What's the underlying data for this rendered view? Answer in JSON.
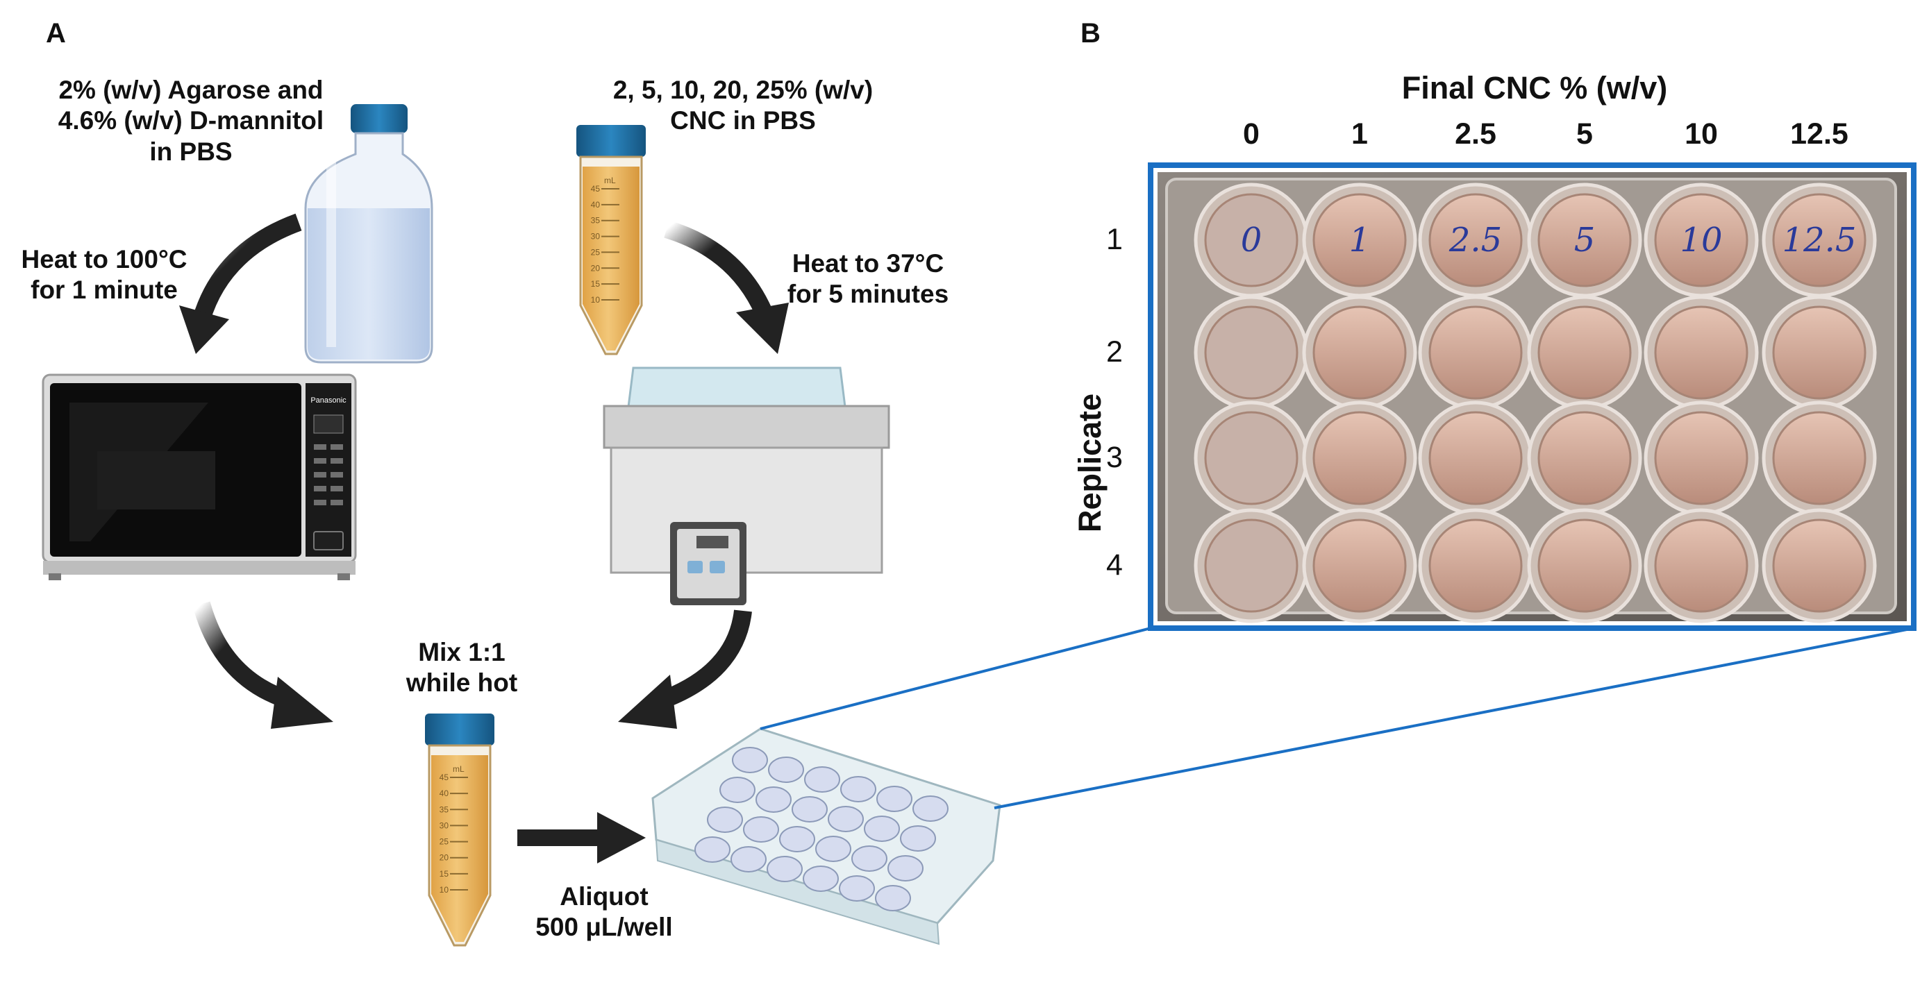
{
  "panel_a": {
    "letter": "A",
    "agarose_line1": "2% (w/v) Agarose and",
    "agarose_line2": "4.6% (w/v) D-mannitol",
    "agarose_line3": "in PBS",
    "cnc_line1": "2, 5, 10, 20, 25% (w/v)",
    "cnc_line2": "CNC in PBS",
    "heat100_line1": "Heat to 100°C",
    "heat100_line2": "for 1 minute",
    "heat37_line1": "Heat to 37°C",
    "heat37_line2": "for 5 minutes",
    "mix_line1": "Mix 1:1",
    "mix_line2": "while hot",
    "aliquot_line1": "Aliquot",
    "aliquot_line2": "500 μL/well",
    "microwave_brand": "Panasonic",
    "tube_unit": "mL",
    "tube_ticks": [
      "45",
      "40",
      "35",
      "30",
      "25",
      "20",
      "15",
      "10"
    ]
  },
  "panel_b": {
    "letter": "B",
    "column_title": "Final CNC % (w/v)",
    "columns": [
      "0",
      "1",
      "2.5",
      "5",
      "10",
      "12.5"
    ],
    "row_title": "Replicate",
    "rows": [
      "1",
      "2",
      "3",
      "4"
    ],
    "well_handwriting": [
      "0",
      "1",
      "2.5",
      "5",
      "10",
      "12.5"
    ]
  },
  "colors": {
    "accent_blue": "#1a6fc4",
    "arrow": "#222222",
    "cap_blue": "#1f6fa8",
    "tube_fill": "#e9b75e",
    "bottle_fill": "#c9d9ef",
    "well_pink": "#c9a08f"
  }
}
